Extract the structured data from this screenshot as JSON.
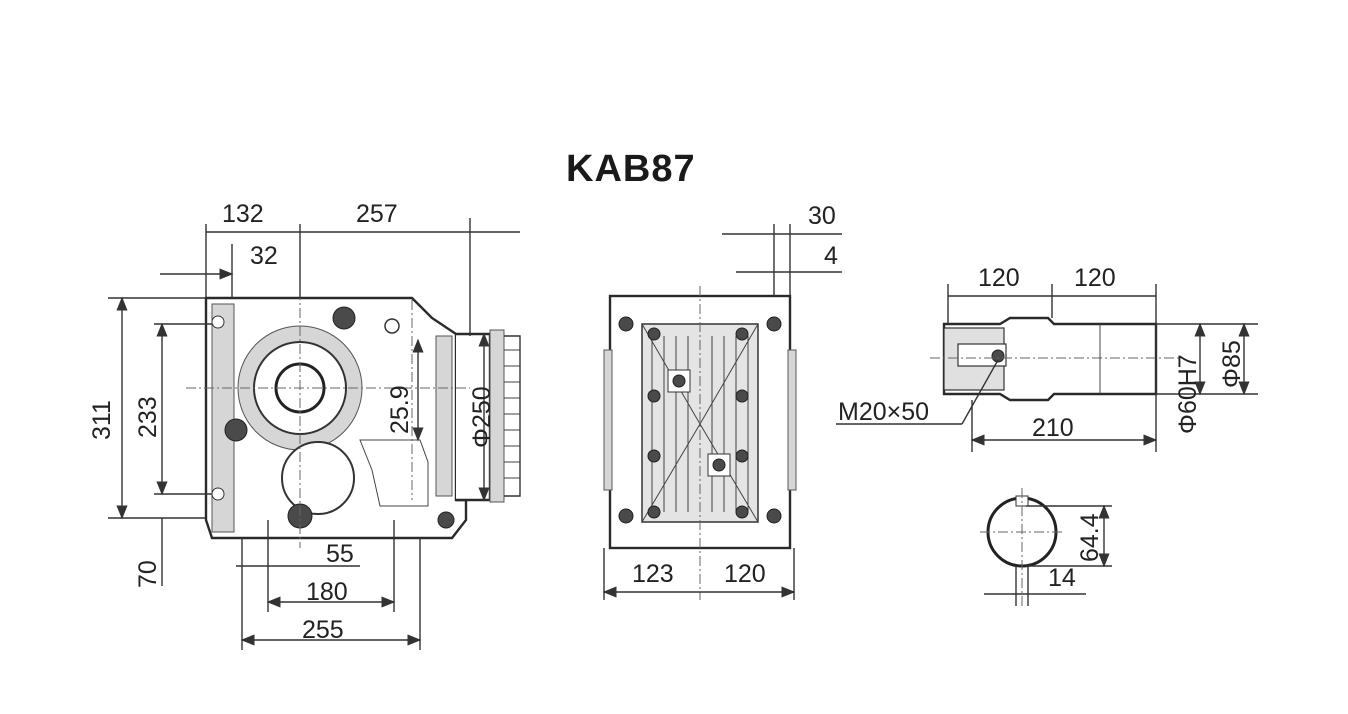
{
  "title": "KAB87",
  "views": {
    "front": {
      "dims": {
        "d132": "132",
        "d257": "257",
        "d32": "32",
        "d311": "311",
        "d233": "233",
        "d25_9": "25.9",
        "d250": "Φ250",
        "d70": "70",
        "d55": "55",
        "d180": "180",
        "d255": "255"
      }
    },
    "side": {
      "dims": {
        "d30": "30",
        "d4": "4",
        "d123": "123",
        "d120": "120"
      }
    },
    "shaft": {
      "dims": {
        "d120a": "120",
        "d120b": "120",
        "thread": "M20×50",
        "d210": "210",
        "d60h7": "Φ60H7",
        "d85": "Φ85",
        "d64_4": "64.4",
        "d14": "14"
      }
    }
  }
}
